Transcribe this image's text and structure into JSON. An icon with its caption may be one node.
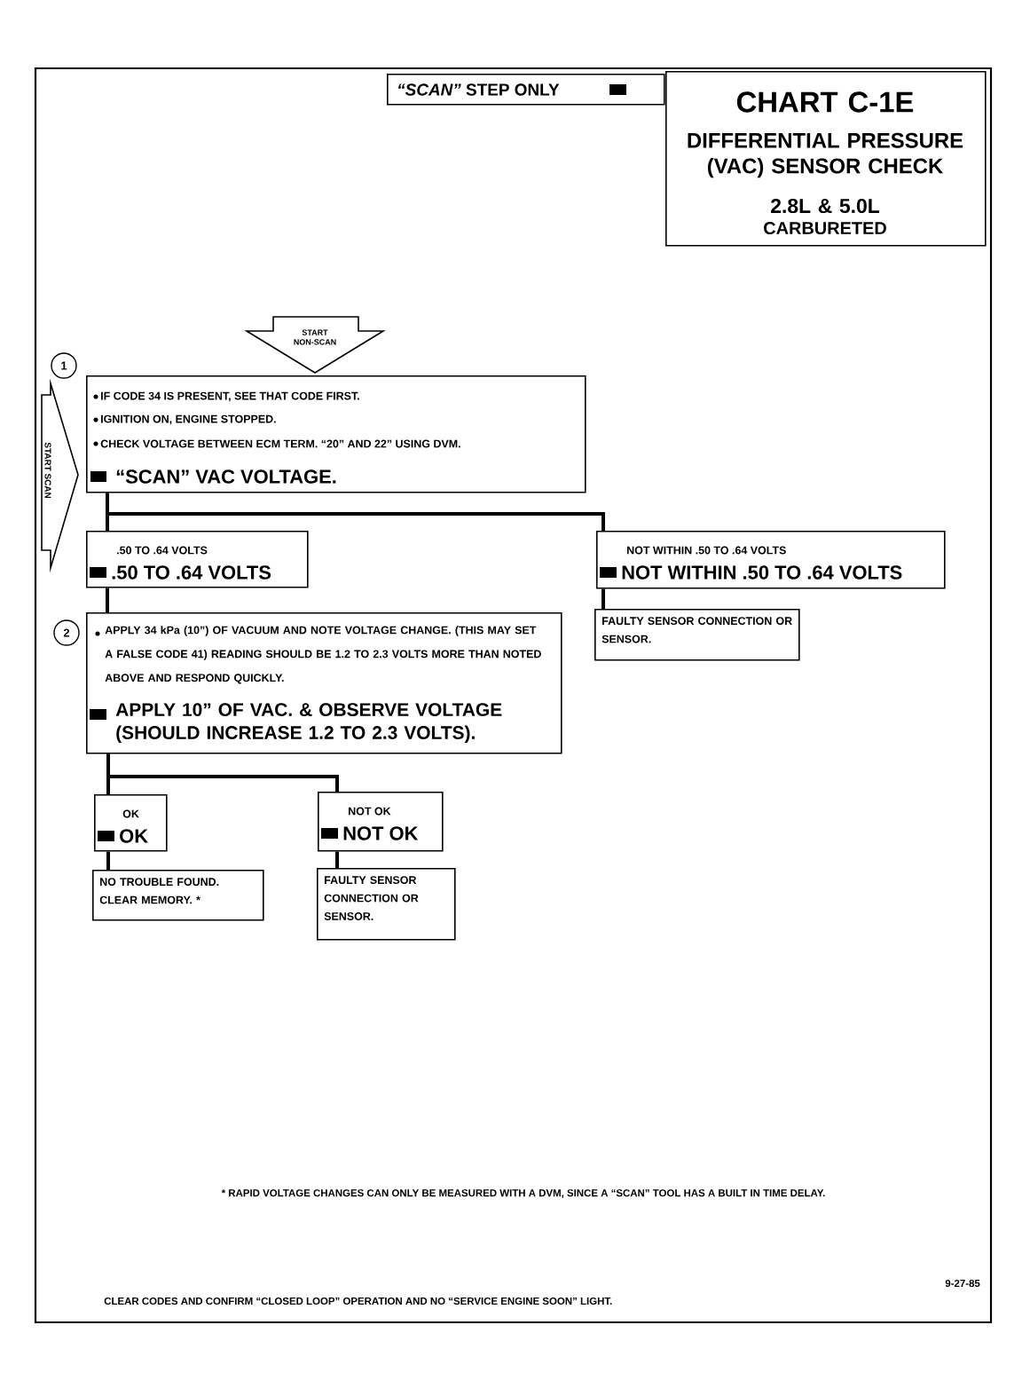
{
  "diagram": {
    "nodes": [
      {
        "text": [
          "*“SCAN”* STEP ONLY"
        ]
      },
      {
        "text": [
          "CHART C-1E",
          "DIFFERENTIAL PRESSURE (VAC) SENSOR CHECK",
          "2.8L & 5.0L",
          "CARBURETED"
        ]
      },
      {
        "text": [
          "START NON-SCAN"
        ]
      },
      {
        "text": [
          "START SCAN"
        ]
      },
      {
        "text": [
          "IF CODE 34 IS PRESENT, SEE THAT CODE FIRST.",
          "IGNITION ON, ENGINE STOPPED.",
          "CHECK VOLTAGE BETWEEN ECM TERM. “20” AND 22” USING DVM.",
          "“SCAN” VAC VOLTAGE."
        ]
      },
      {
        "text": [
          ".50 TO .64 VOLTS",
          ".50 TO .64 VOLTS"
        ]
      },
      {
        "text": [
          "NOT WITHIN .50 TO .64 VOLTS",
          "NOT WITHIN .50 TO .64 VOLTS"
        ]
      },
      {
        "text": [
          "FAULTY SENSOR CONNECTION OR SENSOR."
        ]
      },
      {
        "text": [
          "APPLY 34 kPa (10”) OF VACUUM AND NOTE VOLTAGE CHANGE. (THIS MAY SET A FALSE CODE 41) READING SHOULD BE 1.2 TO 2.3 VOLTS MORE THAN NOTED ABOVE AND RESPOND QUICKLY.",
          "APPLY 10” OF VAC. & OBSERVE VOLTAGE (SHOULD INCREASE 1.2 TO 2.3 VOLTS)."
        ]
      },
      {
        "text": [
          "OK",
          "OK"
        ]
      },
      {
        "text": [
          "NOT OK",
          "NOT OK"
        ]
      },
      {
        "text": [
          "NO TROUBLE FOUND. CLEAR MEMORY. *"
        ]
      },
      {
        "text": [
          "FAULTY SENSOR CONNECTION OR SENSOR."
        ]
      }
    ],
    "edges": [
      {
        "from": 4,
        "to": 5,
        "arrow": "none"
      },
      {
        "from": 4,
        "to": 6,
        "arrow": "none"
      },
      {
        "from": 5,
        "to": 8,
        "arrow": "none"
      },
      {
        "from": 6,
        "to": 7,
        "arrow": "none"
      },
      {
        "from": 8,
        "to": 9,
        "arrow": "none"
      },
      {
        "from": 8,
        "to": 10,
        "arrow": "none"
      },
      {
        "from": 9,
        "to": 11,
        "arrow": "none"
      },
      {
        "from": 10,
        "to": 12,
        "arrow": "none"
      }
    ],
    "labels": [
      "1",
      "2",
      "* RAPID VOLTAGE CHANGES CAN ONLY BE MEASURED WITH A DVM, SINCE A “SCAN” TOOL HAS A BUILT IN TIME DELAY.",
      "9-27-85",
      "CLEAR CODES AND CONFIRM “CLOSED LOOP” OPERATION AND NO “SERVICE ENGINE SOON” LIGHT."
    ]
  }
}
